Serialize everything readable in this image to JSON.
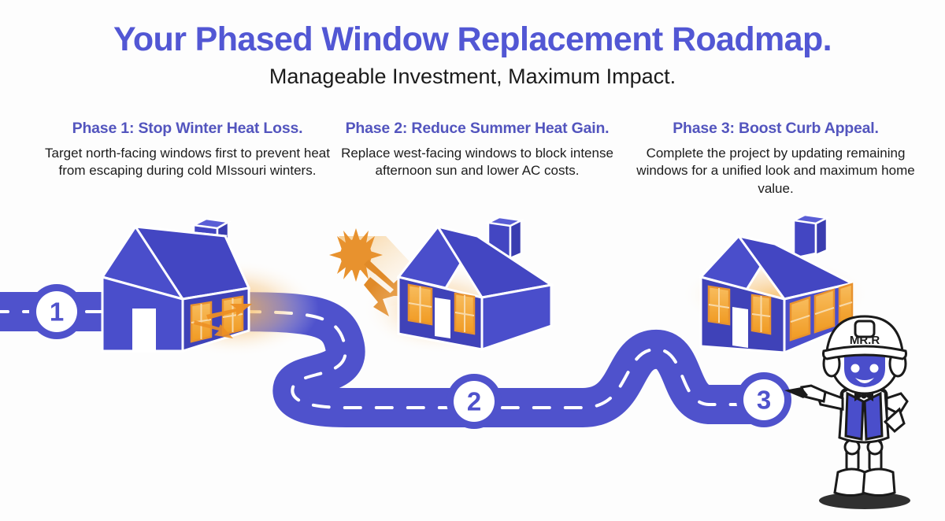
{
  "header": {
    "title": "Your Phased Window Replacement Roadmap.",
    "subtitle": "Manageable Investment, Maximum Impact."
  },
  "phases": [
    {
      "marker": "1",
      "heading": "Phase 1: Stop Winter Heat Loss.",
      "body": "Target north-facing windows first to prevent heat from escaping during cold MIssouri winters.",
      "scene": "house-heat-escaping"
    },
    {
      "marker": "2",
      "heading": "Phase 2: Reduce Summer Heat Gain.",
      "body": "Replace west-facing windows to block intense afternoon sun and lower AC costs.",
      "scene": "house-sun-heat-gain"
    },
    {
      "marker": "3",
      "heading": "Phase 3: Boost Curb Appeal.",
      "body": "Complete the project by updating remaining windows for a unified look and maximum home value.",
      "scene": "house-all-windows-updated"
    }
  ],
  "mascot": {
    "name": "mr-r-robot",
    "helmet_label": "MR.R",
    "pose": "pointing-left"
  },
  "colors": {
    "background": "#fdfdfd",
    "title_blue": "#5257d4",
    "heading_blue": "#5355be",
    "body_text": "#1c1c1c",
    "road_blue": "#4f52cc",
    "house_blue": "#4a4ecb",
    "house_roof_blue": "#4346c2",
    "house_side_blue": "#3f42b8",
    "window_orange": "#f5a623",
    "window_orange_dark": "#e8922e",
    "sun_orange": "#e8922e",
    "glow_orange": "#f6c98a",
    "marker_fill": "#ffffff",
    "marker_ring": "#4f52cc",
    "mascot_white": "#ffffff",
    "mascot_outline": "#1a1a1a",
    "mascot_face": "#4a4ecb"
  },
  "road": {
    "label": "winding-roadmap-path",
    "dash_color": "#ffffff",
    "marker_count": 3
  }
}
